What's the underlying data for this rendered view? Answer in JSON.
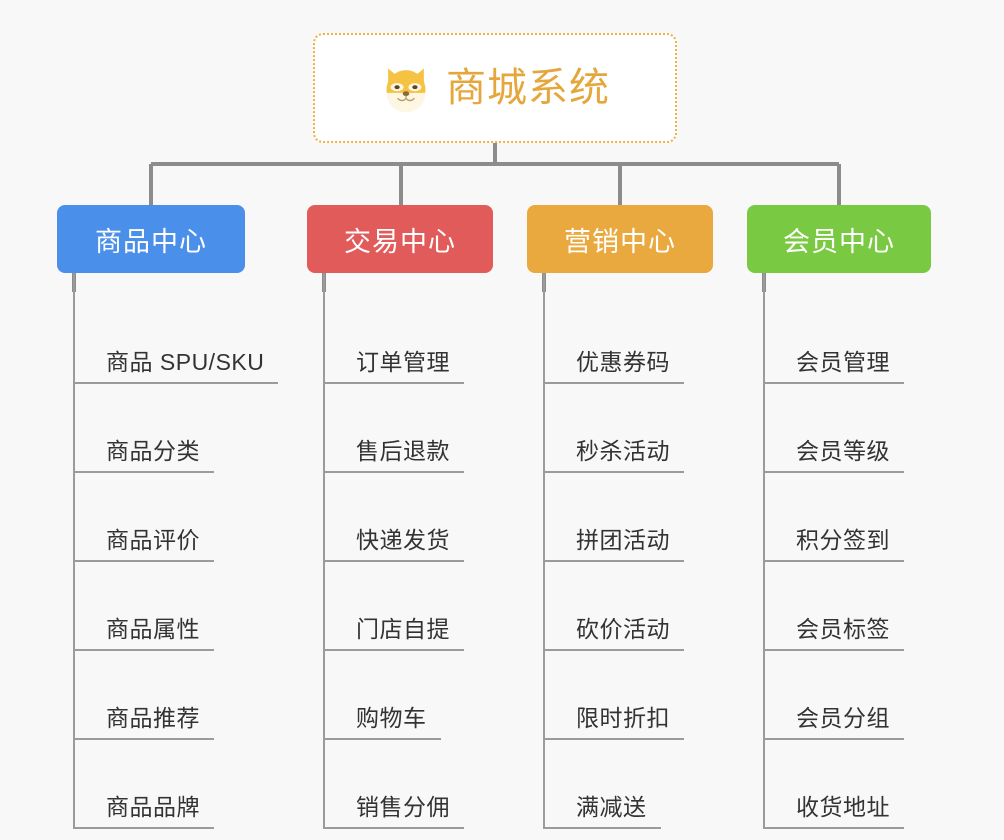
{
  "page": {
    "background_color": "#f8f8f8",
    "type": "mindmap"
  },
  "root": {
    "title": "商城系统",
    "emoji_name": "shiba-dog-face-emoji",
    "border_color": "#efb141",
    "text_color": "#e5a73c",
    "background_color": "#ffffff"
  },
  "connector": {
    "color": "#8c8c8c"
  },
  "branches": [
    {
      "id": "product-center",
      "label": "商品中心",
      "color": "#4a90ea",
      "leaves": [
        {
          "label": "商品 SPU/SKU"
        },
        {
          "label": "商品分类"
        },
        {
          "label": "商品评价"
        },
        {
          "label": "商品属性"
        },
        {
          "label": "商品推荐"
        },
        {
          "label": "商品品牌"
        }
      ]
    },
    {
      "id": "trade-center",
      "label": "交易中心",
      "color": "#e25b5b",
      "leaves": [
        {
          "label": "订单管理"
        },
        {
          "label": "售后退款"
        },
        {
          "label": "快递发货"
        },
        {
          "label": "门店自提"
        },
        {
          "label": "购物车"
        },
        {
          "label": "销售分佣"
        }
      ]
    },
    {
      "id": "marketing-center",
      "label": "营销中心",
      "color": "#eaa93f",
      "leaves": [
        {
          "label": "优惠券码"
        },
        {
          "label": "秒杀活动"
        },
        {
          "label": "拼团活动"
        },
        {
          "label": "砍价活动"
        },
        {
          "label": "限时折扣"
        },
        {
          "label": "满减送"
        }
      ]
    },
    {
      "id": "member-center",
      "label": "会员中心",
      "color": "#7ac943",
      "leaves": [
        {
          "label": "会员管理"
        },
        {
          "label": "会员等级"
        },
        {
          "label": "积分签到"
        },
        {
          "label": "会员标签"
        },
        {
          "label": "会员分组"
        },
        {
          "label": "收货地址"
        }
      ]
    }
  ]
}
